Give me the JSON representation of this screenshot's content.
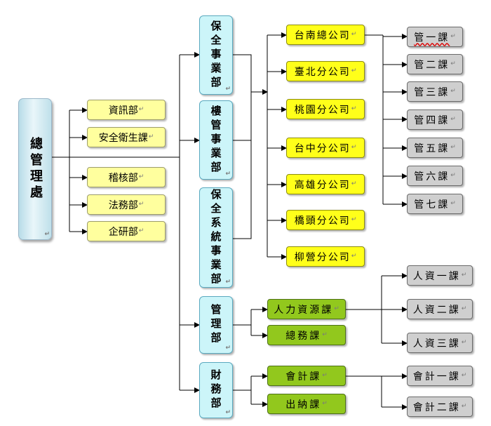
{
  "root": "總管理處",
  "staff_units": [
    "資訊部",
    "安全衛生課",
    "稽核部",
    "法務部",
    "企研部"
  ],
  "divisions": [
    "保全事業部",
    "樓管事業部",
    "保全系統事業部",
    "管理部",
    "財務部"
  ],
  "branches": [
    "台南總公司",
    "臺北分公司",
    "桃園分公司",
    "台中分公司",
    "高雄分公司",
    "橋頭分公司",
    "柳營分公司"
  ],
  "management_sections": [
    "管一課",
    "管二課",
    "管三課",
    "管四課",
    "管五課",
    "管六課",
    "管七課"
  ],
  "admin_sections": [
    "人力資源課",
    "總務課"
  ],
  "hr_sections": [
    "人資一課",
    "人資二課",
    "人資三課"
  ],
  "finance_sections": [
    "會計課",
    "出納課"
  ],
  "accounting_sections": [
    "會計一課",
    "會計二課"
  ],
  "return_mark": "↵",
  "colors": {
    "root": "#cbe8f0",
    "staff": "#ffff9e",
    "division": "#ccf5f9",
    "branch": "#ffff1a",
    "section": "#92c81d",
    "subsection": "#cfcfcf",
    "line": "#000000"
  }
}
